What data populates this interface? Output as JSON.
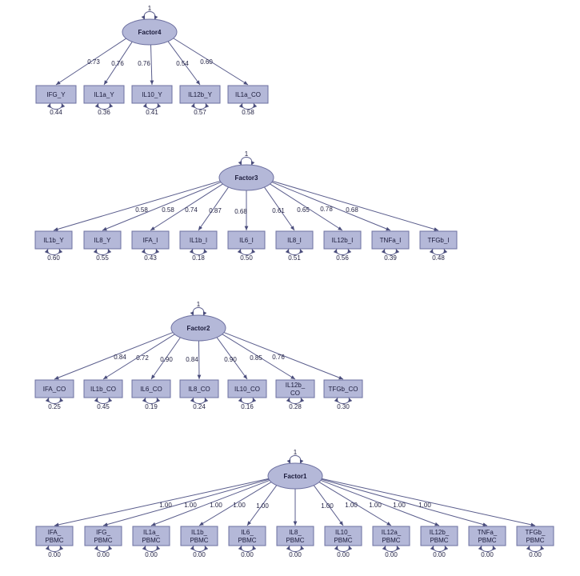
{
  "factors": [
    {
      "name": "Factor4",
      "variance": "1",
      "indicators": [
        {
          "label": [
            "IFG_Y"
          ],
          "loading": "0.73",
          "error": "0.44"
        },
        {
          "label": [
            "IL1a_Y"
          ],
          "loading": "0.76",
          "error": "0.36"
        },
        {
          "label": [
            "IL10_Y"
          ],
          "loading": "0.76",
          "error": "0.41"
        },
        {
          "label": [
            "IL12b_Y"
          ],
          "loading": "0.54",
          "error": "0.57"
        },
        {
          "label": [
            "IL1a_CO"
          ],
          "loading": "0.60",
          "error": "0.58"
        }
      ]
    },
    {
      "name": "Factor3",
      "variance": "1",
      "indicators": [
        {
          "label": [
            "IL1b_Y"
          ],
          "loading": "0.58",
          "error": "0.60"
        },
        {
          "label": [
            "IL8_Y"
          ],
          "loading": "0.58",
          "error": "0.55"
        },
        {
          "label": [
            "IFA_I"
          ],
          "loading": "0.74",
          "error": "0.43"
        },
        {
          "label": [
            "IL1b_I"
          ],
          "loading": "0.87",
          "error": "0.18"
        },
        {
          "label": [
            "IL6_I"
          ],
          "loading": "0.68",
          "error": "0.50"
        },
        {
          "label": [
            "IL8_I"
          ],
          "loading": "0.61",
          "error": "0.51"
        },
        {
          "label": [
            "IL12b_I"
          ],
          "loading": "0.65",
          "error": "0.56"
        },
        {
          "label": [
            "TNFa_I"
          ],
          "loading": "0.78",
          "error": "0.39"
        },
        {
          "label": [
            "TFGb_I"
          ],
          "loading": "0.68",
          "error": "0.48"
        }
      ]
    },
    {
      "name": "Factor2",
      "variance": "1",
      "indicators": [
        {
          "label": [
            "IFA_CO"
          ],
          "loading": "0.84",
          "error": "0.25"
        },
        {
          "label": [
            "IL1b_CO"
          ],
          "loading": "0.72",
          "error": "0.45"
        },
        {
          "label": [
            "IL6_CO"
          ],
          "loading": "0.90",
          "error": "0.19"
        },
        {
          "label": [
            "IL8_CO"
          ],
          "loading": "0.84",
          "error": "0.24"
        },
        {
          "label": [
            "IL10_CO"
          ],
          "loading": "0.90",
          "error": "0.16"
        },
        {
          "label": [
            "IL12b_",
            "CO"
          ],
          "loading": "0.85",
          "error": "0.28"
        },
        {
          "label": [
            "TFGb_CO"
          ],
          "loading": "0.76",
          "error": "0.30"
        }
      ]
    },
    {
      "name": "Factor1",
      "variance": "1",
      "indicators": [
        {
          "label": [
            "IFA_",
            "PBMC"
          ],
          "loading": "1.00",
          "error": "0.00"
        },
        {
          "label": [
            "IFG_",
            "PBMC"
          ],
          "loading": "1.00",
          "error": "0.00"
        },
        {
          "label": [
            "IL1a_",
            "PBMC"
          ],
          "loading": "1.00",
          "error": "0.00"
        },
        {
          "label": [
            "IL1b_",
            "PBMC"
          ],
          "loading": "1.00",
          "error": "0.00"
        },
        {
          "label": [
            "IL6_",
            "PBMC"
          ],
          "loading": "1.00",
          "error": "0.00"
        },
        {
          "label": [
            "IL8_",
            "PBMC"
          ],
          "loading": "",
          "error": "0.00"
        },
        {
          "label": [
            "IL10_",
            "PBMC"
          ],
          "loading": "1.00",
          "error": "0.00"
        },
        {
          "label": [
            "IL12a_",
            "PBMC"
          ],
          "loading": "1.00",
          "error": "0.00"
        },
        {
          "label": [
            "IL12b_",
            "PBMC"
          ],
          "loading": "1.00",
          "error": "0.00"
        },
        {
          "label": [
            "TNFa_",
            "PBMC"
          ],
          "loading": "1.00",
          "error": "0.00"
        },
        {
          "label": [
            "TFGb_",
            "PBMC"
          ],
          "loading": "1.00",
          "error": "0.00"
        }
      ]
    }
  ]
}
